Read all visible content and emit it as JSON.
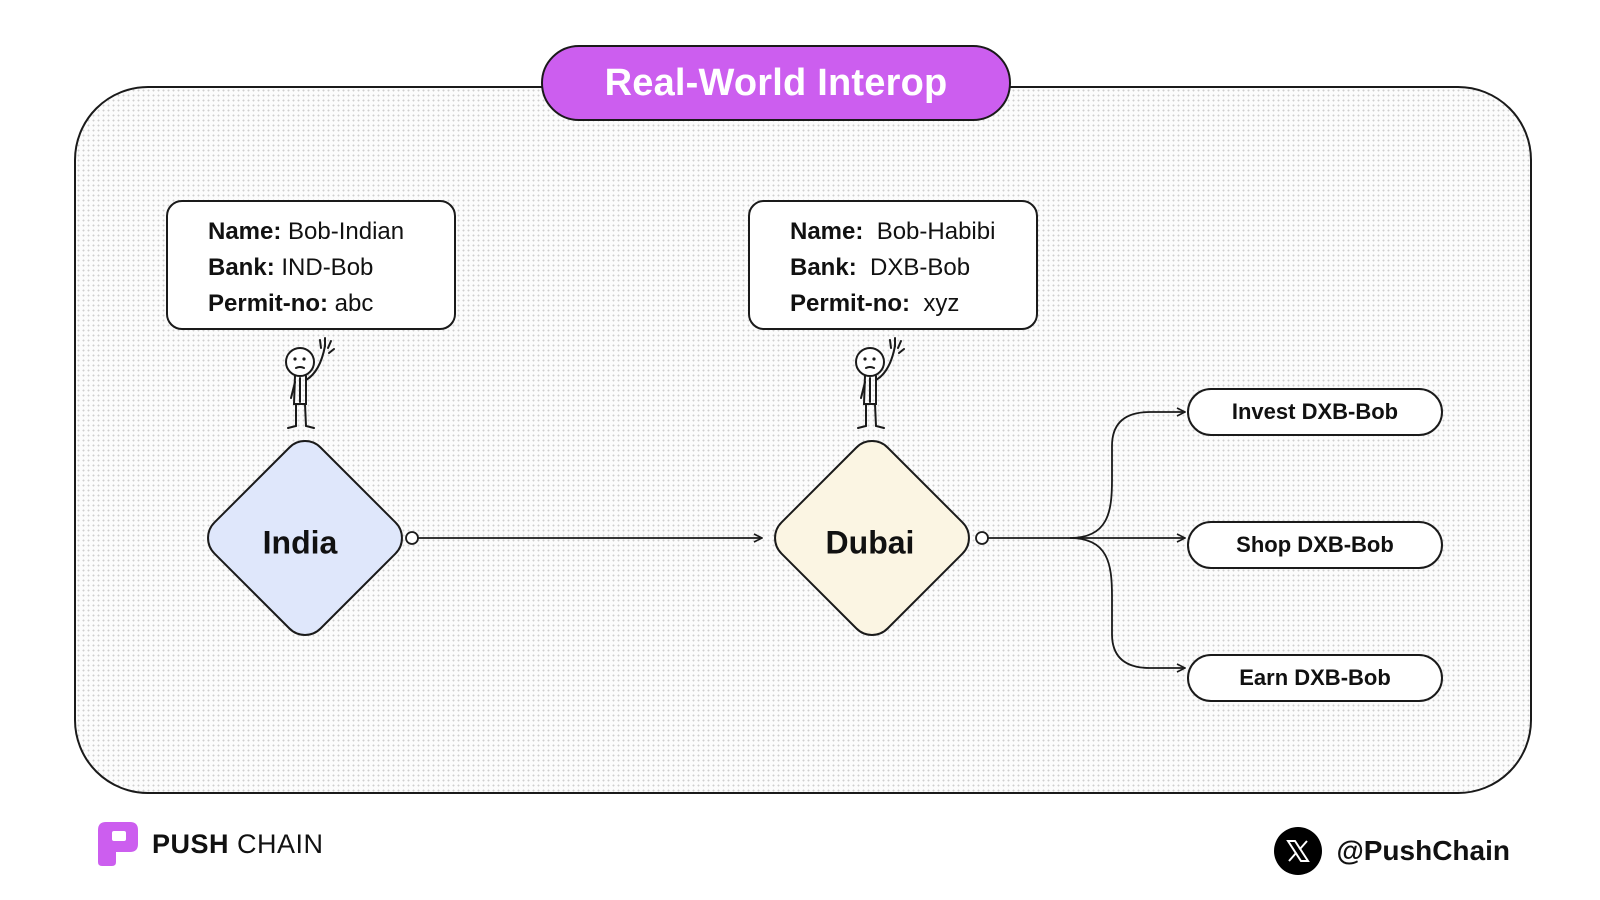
{
  "title": "Real-World Interop",
  "profiles": [
    {
      "rows": [
        {
          "key": "Name:",
          "value": "Bob-Indian"
        },
        {
          "key": "Bank:",
          "value": "IND-Bob"
        },
        {
          "key": "Permit-no:",
          "value": "abc"
        }
      ]
    },
    {
      "rows": [
        {
          "key": "Name:",
          "value": "Bob-Habibi"
        },
        {
          "key": "Bank:",
          "value": "DXB-Bob"
        },
        {
          "key": "Permit-no:",
          "value": "xyz"
        }
      ]
    }
  ],
  "nodes": [
    {
      "label": "India",
      "fill": "#dfe7fb"
    },
    {
      "label": "Dubai",
      "fill": "#fbf5e3"
    }
  ],
  "outcomes": [
    "Invest DXB-Bob",
    "Shop DXB-Bob",
    "Earn DXB-Bob"
  ],
  "colors": {
    "accent": "#cc5eef",
    "stroke": "#1a1a1a"
  },
  "footer": {
    "brand_bold": "PUSH",
    "brand_light": "CHAIN",
    "handle": "@PushChain",
    "social_icon": "x-logo-icon",
    "brand_icon": "push-chain-logo-icon"
  }
}
